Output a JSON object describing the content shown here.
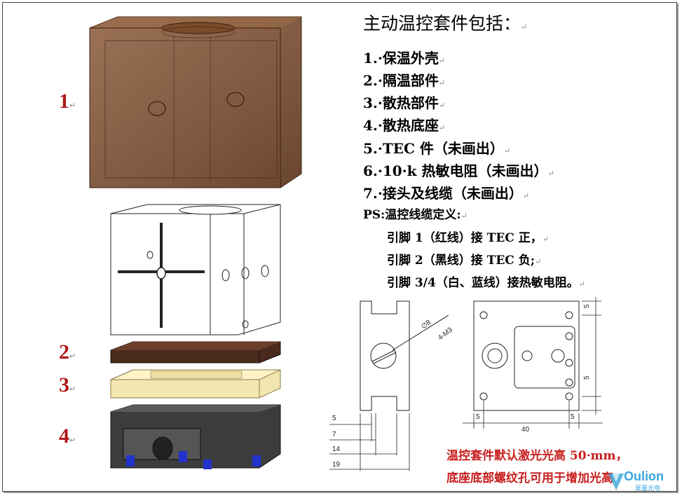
{
  "heading": "主动温控套件包括：",
  "para_mark": "↵",
  "items": [
    "1.·保温外壳",
    "2.·隔温部件",
    "3.·散热部件",
    "4.·散热底座",
    "5.·TEC 件（未画出）",
    "6.·10·k 热敏电阻（未画出）",
    "7.·接头及线缆（未画出）"
  ],
  "ps_title": "PS:温控线缆定义:",
  "pins": [
    "引脚 1（红线）接 TEC 正，",
    "引脚 2（黑线）接 TEC 负;",
    "引脚 3/4（白、蓝线）接热敏电阻。"
  ],
  "part_labels": [
    "1",
    "2",
    "3",
    "4"
  ],
  "dimensions": {
    "hole_dia": "∅8",
    "thread": "4-M3",
    "left": [
      "5",
      "7",
      "14",
      "19"
    ],
    "right_bottom": [
      "5",
      "40",
      "5"
    ],
    "right_side": [
      "5",
      "5"
    ]
  },
  "note_lines": [
    "温控套件默认激光光高 50·mm，",
    "底座底部螺纹孔可用于增加光高"
  ],
  "logo": {
    "text": "Oulion",
    "sub": "昊量光电"
  },
  "colors": {
    "shell": "#7a4a2c",
    "insulator": "#4a2a1c",
    "heatsink": "#f4e6b0",
    "base": "#3c3c3c",
    "note_red": "#c81e1e",
    "label_red": "#b01a1a"
  }
}
